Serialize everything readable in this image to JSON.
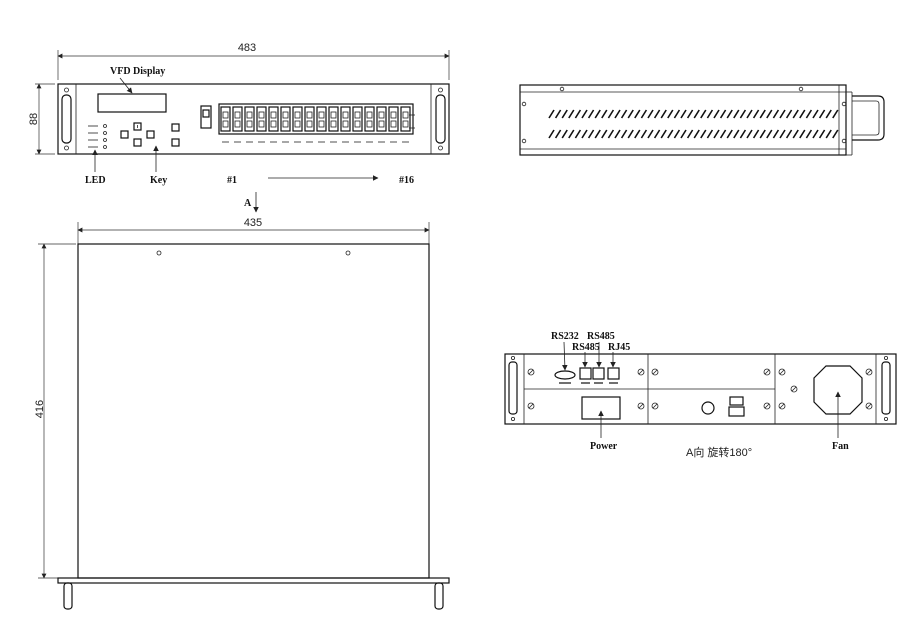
{
  "dimensions": {
    "front_width": "483",
    "front_height": "88",
    "top_width": "435",
    "top_depth": "416"
  },
  "front_panel": {
    "vfd_label": "VFD Display",
    "led_label": "LED",
    "key_label": "Key",
    "first_port": "#1",
    "last_port": "#16",
    "port_count": 16
  },
  "view_marker": "A",
  "rear_panel": {
    "rs232": "RS232",
    "rs485_1": "RS485",
    "rs485_2": "RS485",
    "rj45": "RJ45",
    "power": "Power",
    "fan": "Fan",
    "view_caption": "A向 旋转180°"
  }
}
